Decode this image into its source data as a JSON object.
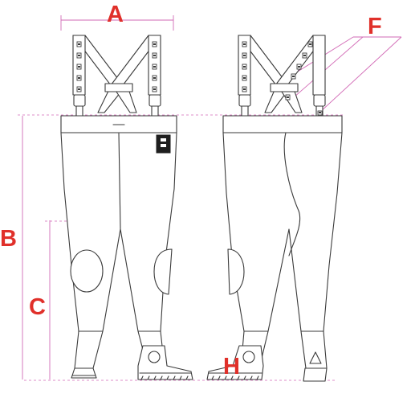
{
  "labels": {
    "a": "A",
    "b": "B",
    "c": "C",
    "f": "F",
    "h": "H"
  },
  "colors": {
    "label": "#e0302a",
    "dimension_line": "#d26ab6",
    "outline": "#3a3a3a",
    "background": "#ffffff"
  }
}
